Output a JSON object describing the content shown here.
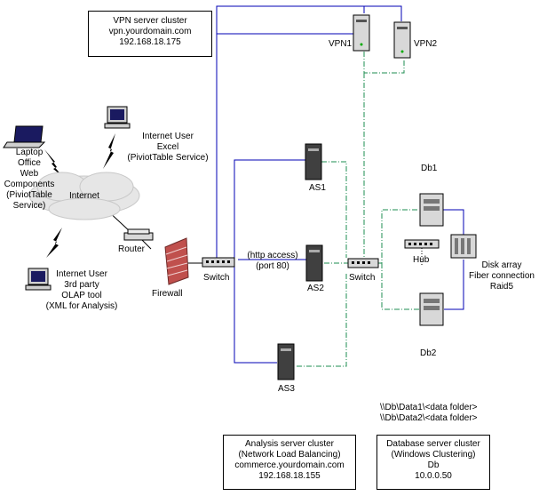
{
  "vpn_box": [
    "VPN server cluster",
    "vpn.yourdomain.com",
    "192.168.18.175"
  ],
  "analysis_box": [
    "Analysis server cluster",
    "(Network Load Balancing)",
    "commerce.yourdomain.com",
    "192.168.18.155"
  ],
  "db_box": [
    "Database server cluster",
    "(Windows Clustering)",
    "Db",
    "10.0.0.50"
  ],
  "nodes": {
    "vpn1": "VPN1",
    "vpn2": "VPN2",
    "as1": "AS1",
    "as2": "AS2",
    "as3": "AS3",
    "db1": "Db1",
    "db2": "Db2",
    "hub": "Hub",
    "router": "Router",
    "firewall": "Firewall",
    "switch_left": "Switch",
    "switch_right": "Switch",
    "internet": "Internet"
  },
  "http_access": [
    "(http access)",
    "(port 80)"
  ],
  "laptop_user": [
    "Laptop",
    "Office",
    "Web",
    "Components",
    "(PiviotTable",
    "Service)"
  ],
  "excel_user": [
    "Internet User",
    "Excel",
    "(PiviotTable Service)"
  ],
  "olap_user": [
    "Internet User",
    "3rd party",
    "OLAP tool",
    "(XML for Analysis)"
  ],
  "disk_array": [
    "Disk array",
    "Fiber connection",
    "Raid5"
  ],
  "data_paths": [
    "\\\\Db\\Data1\\<data folder>",
    "\\\\Db\\Data2\\<data folder>"
  ],
  "colors": {
    "blue_link": "#0000b4",
    "green_link": "#1e8c50",
    "firewall": "#c0504d"
  }
}
